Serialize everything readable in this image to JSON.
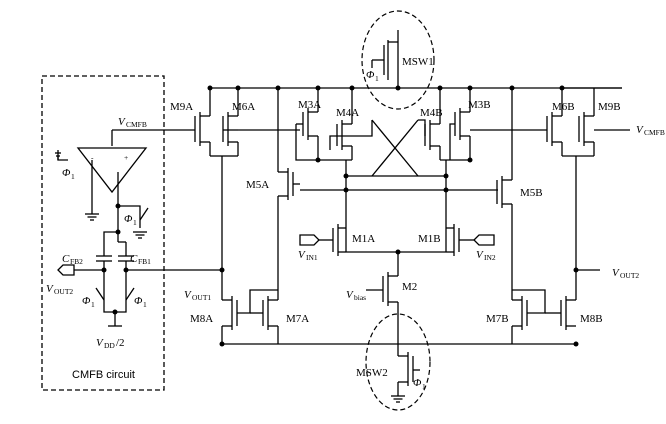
{
  "labels": {
    "m9a": "M9A",
    "m6a": "M6A",
    "m3a": "M3A",
    "m4a": "M4A",
    "m4b": "M4B",
    "m3b": "M3B",
    "m6b": "M6B",
    "m9b": "M9B",
    "m5a": "M5A",
    "m5b": "M5B",
    "m1a": "M1A",
    "m1b": "M1B",
    "m2": "M2",
    "m7a": "M7A",
    "m8a": "M8A",
    "m7b": "M7B",
    "m8b": "M8B",
    "msw1": "MSW1",
    "msw2": "MSW2",
    "v_cmfb_left_main": "V",
    "v_cmfb_left_sub": "CMFB",
    "v_cmfb_right_main": "V",
    "v_cmfb_right_sub": "CMFB",
    "v_in1_main": "V",
    "v_in1_sub": "IN1",
    "v_in2_main": "V",
    "v_in2_sub": "IN2",
    "v_out1_main": "V",
    "v_out1_sub": "OUT1",
    "v_out2_left_main": "V",
    "v_out2_left_sub": "OUT2",
    "v_out2_right_main": "V",
    "v_out2_right_sub": "OUT2",
    "v_bias_main": "V",
    "v_bias_sub": "bias",
    "c_fb2_main": "C",
    "c_fb2_sub": "FB2",
    "c_fb1_main": "C",
    "c_fb1_sub": "FB1",
    "vdd2": "V",
    "vdd2_sub": "DD",
    "vdd2_tail": "/2",
    "phi": "Φ",
    "phi_sub": "1",
    "amp_minus": "-",
    "amp_plus": "+",
    "cmfb_circuit": "CMFB circuit"
  }
}
